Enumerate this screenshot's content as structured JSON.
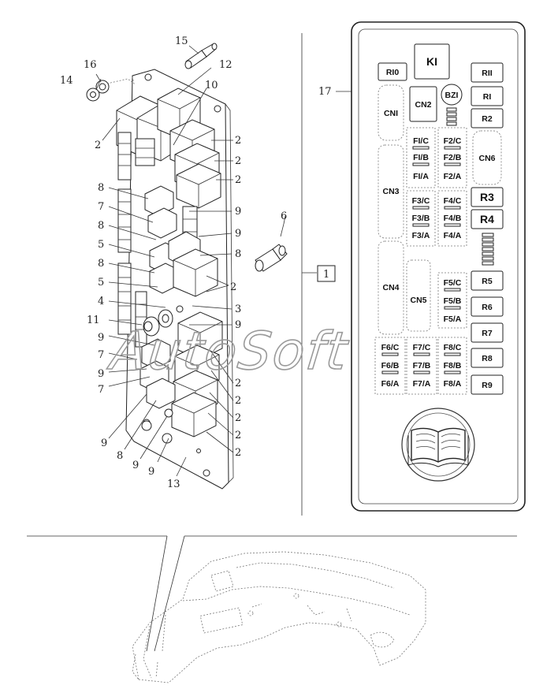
{
  "callouts": {
    "c1": "1",
    "c2": "2",
    "c3": "3",
    "c4": "4",
    "c5": "5",
    "c6": "6",
    "c7": "7",
    "c8": "8",
    "c9": "9",
    "c10": "10",
    "c11": "11",
    "c12": "12",
    "c13": "13",
    "c14": "14",
    "c15": "15",
    "c16": "16",
    "c17": "17"
  },
  "panel": {
    "R10": "RI0",
    "K1": "KI",
    "R11": "RII",
    "R1": "RI",
    "R2": "R2",
    "CN1": "CNI",
    "CN2": "CN2",
    "BZ1": "BZI",
    "F1C": "FI/C",
    "F1B": "FI/B",
    "F1A": "FI/A",
    "F2C": "F2/C",
    "F2B": "F2/B",
    "F2A": "F2/A",
    "CN6": "CN6",
    "CN3": "CN3",
    "F3C": "F3/C",
    "F3B": "F3/B",
    "F3A": "F3/A",
    "F4C": "F4/C",
    "F4B": "F4/B",
    "F4A": "F4/A",
    "R3": "R3",
    "R4": "R4",
    "CN4": "CN4",
    "CN5": "CN5",
    "F5C": "F5/C",
    "F5B": "F5/B",
    "F5A": "F5/A",
    "R5": "R5",
    "R6": "R6",
    "R7": "R7",
    "R8": "R8",
    "R9": "R9",
    "F6C": "F6/C",
    "F6B": "F6/B",
    "F6A": "F6/A",
    "F7C": "F7/C",
    "F7B": "F7/B",
    "F7A": "F7/A",
    "F8C": "F8/C",
    "F8B": "F8/B",
    "F8A": "F8/A"
  },
  "watermark": "AutoSoft",
  "icons": {
    "manual": "open-book-icon"
  }
}
